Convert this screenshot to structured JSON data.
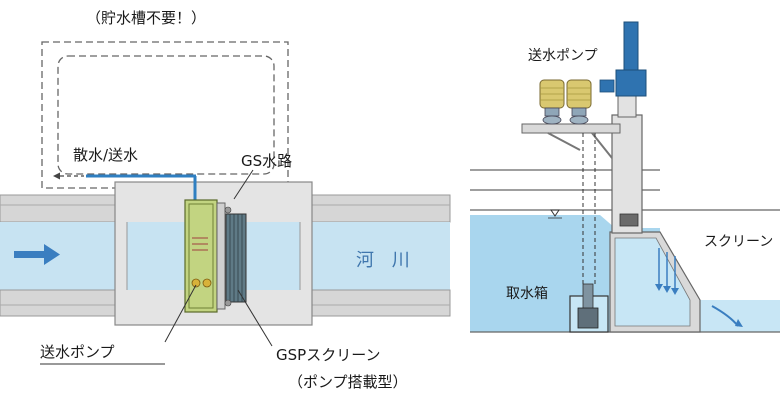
{
  "labels": {
    "tank_unnecessary": "（貯水槽不要！）",
    "sprinkle_supply": "散水/送水",
    "gs_channel": "GS水路",
    "river": "河 川",
    "supply_pump_left": "送水ポンプ",
    "gsp_screen": "GSPスクリーン",
    "pump_mounted": "（ポンプ搭載型）",
    "supply_pump_right": "送水ポンプ",
    "screen": "スクリーン",
    "intake_box": "取水箱"
  },
  "colors": {
    "water": "#c7e3f2",
    "water_right": "#a9d6ee",
    "bank": "#d4d4d4",
    "structure": "#e6e6e6",
    "arrow": "#3a7ec0",
    "pipe": "#2f7fc1",
    "screen_green": "#b8cf78",
    "pump_yellow": "#d9c870"
  }
}
